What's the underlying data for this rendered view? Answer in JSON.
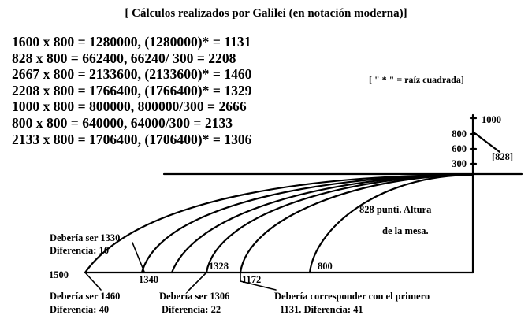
{
  "title": "[ Cálculos realizados por Galilei (en notación moderna)]",
  "calculations": [
    "1600 x 800 = 1280000,  (1280000)* = 1131",
    "828 x 800 =  662400,     66240/ 300 = 2208",
    "2667 x 800 = 2133600, (2133600)* =  1460",
    "2208 x 800 = 1766400, (1766400)* =  1329",
    "1000 x 800 = 800000,  800000/300 = 2666",
    "800 x 800 = 640000, 64000/300 = 2133",
    "2133 x 800 = 1706400, (1706400)* = 1306"
  ],
  "note": "[ \" * \" = raíz cuadrada]",
  "scale": {
    "top": "1000",
    "ticks": [
      "800",
      "600",
      "300"
    ],
    "bracket": "[828]"
  },
  "table": {
    "label_line1": "828 punti.  Altura",
    "label_line2": "de la mesa."
  },
  "floor_marks": {
    "left_end": "1500",
    "m1340": "1340",
    "m1328": "1328",
    "m1172": "1172",
    "m800": "800"
  },
  "annotations": {
    "a1_line1": "Debería ser 1330",
    "a1_line2": "Diferencia: 10",
    "a2_line1": "Debería ser 1460",
    "a2_line2": "Diferencia: 40",
    "a3_line1": "Debería ser 1306",
    "a3_line2": "Diferencia: 22",
    "a4_line1": "Debería corresponder con el primero",
    "a4_line2": "1131. Diferencia: 41"
  },
  "colors": {
    "ink": "#000000",
    "paper": "#ffffff"
  }
}
